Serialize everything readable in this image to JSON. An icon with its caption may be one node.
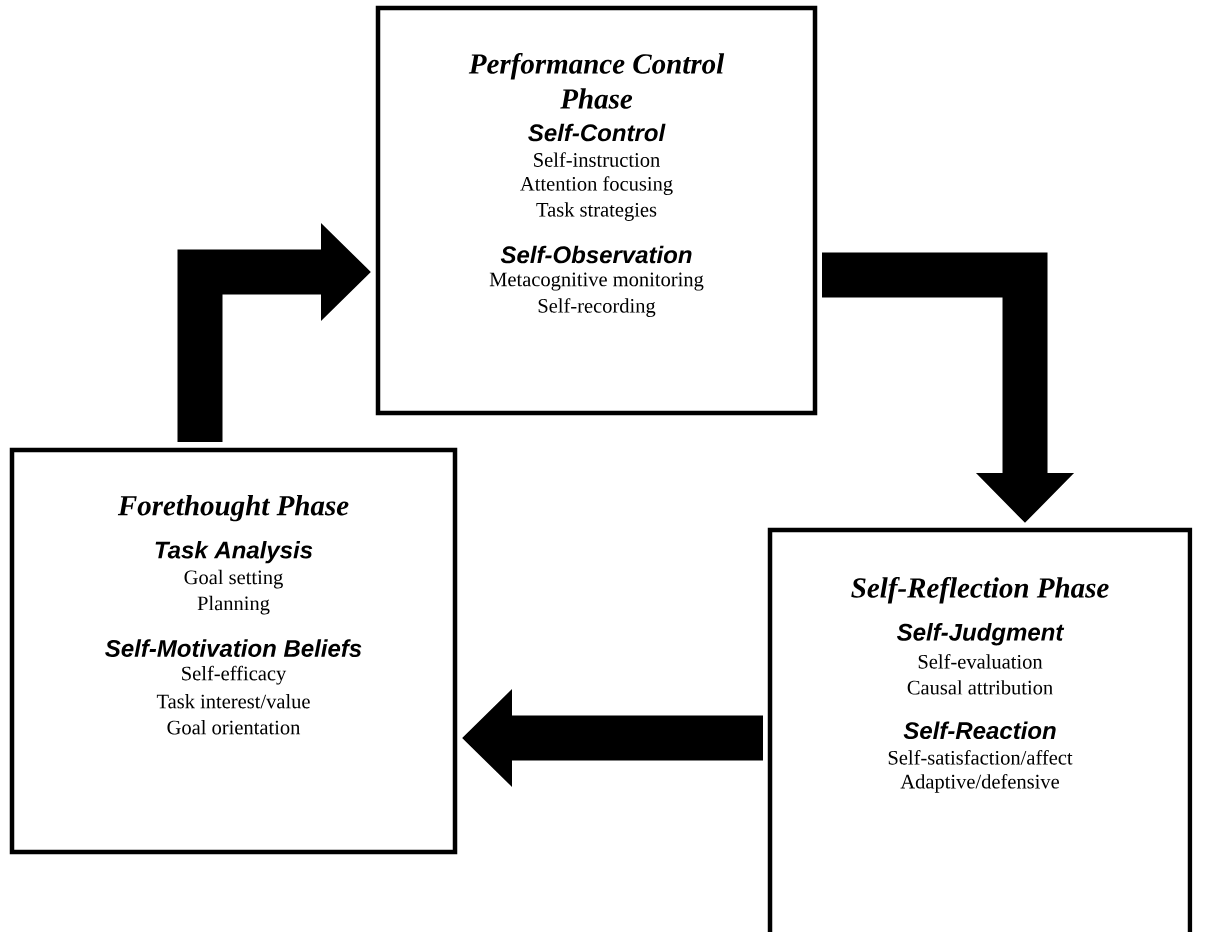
{
  "diagram": {
    "nodes": [
      {
        "text": [
          "Performance Control Phase",
          "Self-Control",
          "Self-instruction",
          "Attention focusing",
          "Task strategies",
          "Self-Observation",
          "Metacognitive monitoring",
          "Self-recording"
        ]
      },
      {
        "text": [
          "Self-Reflection Phase",
          "Self-Judgment",
          "Self-evaluation",
          "Causal attribution",
          "Self-Reaction",
          "Self-satisfaction/affect",
          "Adaptive/defensive"
        ]
      },
      {
        "text": [
          "Forethought Phase",
          "Task Analysis",
          "Goal setting",
          "Planning",
          "Self-Motivation Beliefs",
          "Self-efficacy",
          "Task interest/value",
          "Goal orientation"
        ]
      }
    ],
    "edges": [
      {
        "from": 2,
        "to": 0,
        "arrow": "to"
      },
      {
        "from": 0,
        "to": 1,
        "arrow": "to"
      },
      {
        "from": 1,
        "to": 2,
        "arrow": "to"
      }
    ]
  }
}
